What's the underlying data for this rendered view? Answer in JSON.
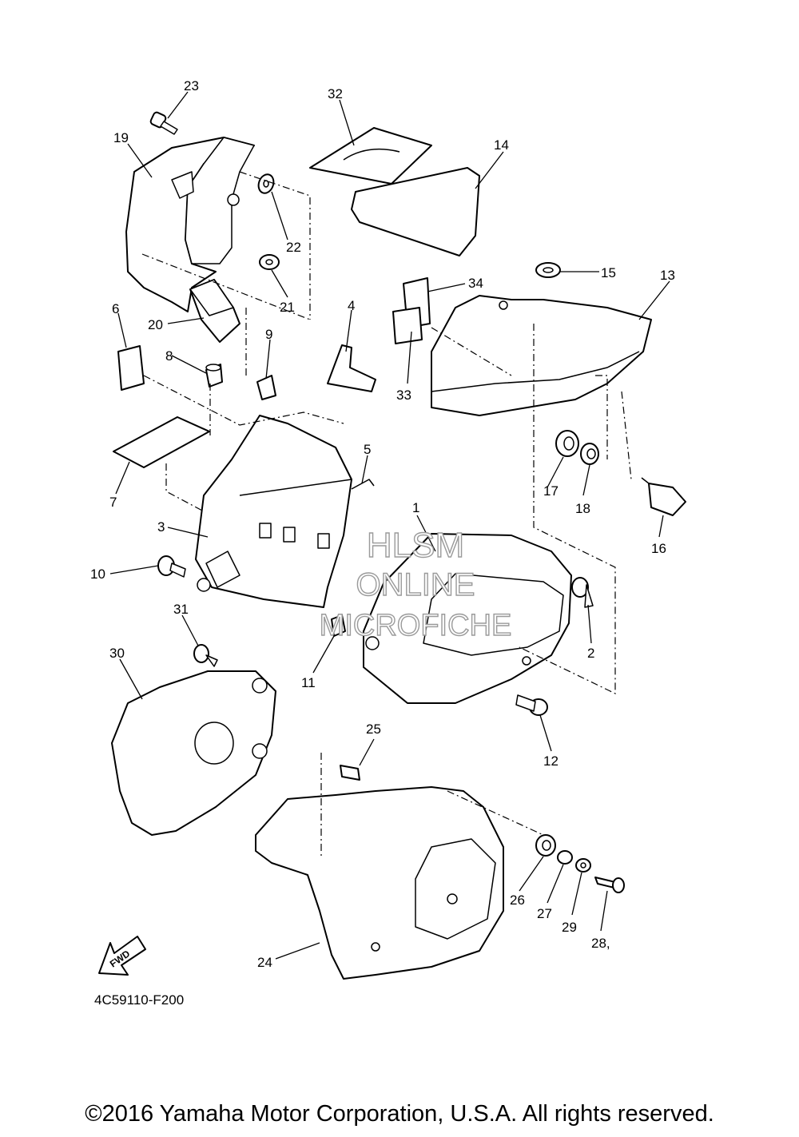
{
  "diagram": {
    "callouts": {
      "c1": "1",
      "c2": "2",
      "c3": "3",
      "c4": "4",
      "c5": "5",
      "c6": "6",
      "c7": "7",
      "c8": "8",
      "c9": "9",
      "c10": "10",
      "c11": "11",
      "c12": "12",
      "c13": "13",
      "c14": "14",
      "c15": "15",
      "c16": "16",
      "c17": "17",
      "c18": "18",
      "c19": "19",
      "c20": "20",
      "c21": "21",
      "c22": "22",
      "c23": "23",
      "c24": "24",
      "c25": "25",
      "c26": "26",
      "c27": "27",
      "c28": "28,",
      "c29": "29",
      "c30": "30",
      "c31": "31",
      "c32": "32",
      "c33": "33",
      "c34": "34"
    },
    "fwd_label": "FWD",
    "code": "4C59110-F200"
  },
  "watermark": {
    "line1": "HLSM",
    "line2": "ONLINE",
    "line3": "MICROFICHE"
  },
  "footer": {
    "copyright": "©2016 Yamaha Motor Corporation, U.S.A. All rights reserved."
  }
}
